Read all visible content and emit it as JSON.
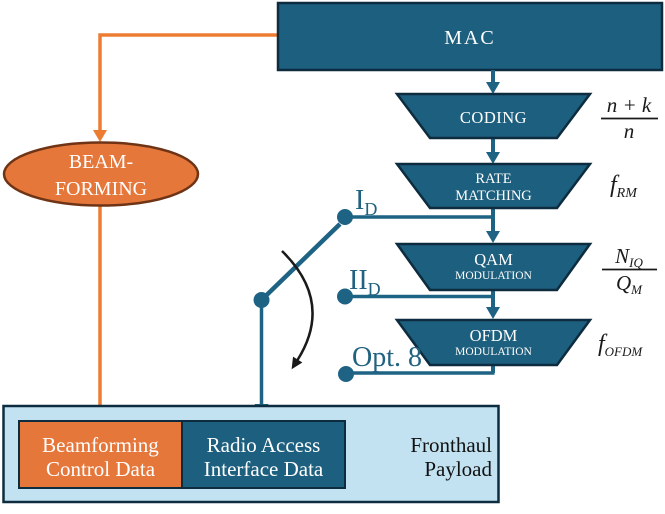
{
  "colors": {
    "teal_fill": "#1d5f7e",
    "teal_line": "#1f6384",
    "navy_border": "#0d2c3f",
    "light_blue": "#c2e2f2",
    "orange_fill": "#e5773b",
    "orange_line": "#ed7c33",
    "orange_border": "#6f3415",
    "tap_text": "#20627f",
    "black": "#1a1a1a"
  },
  "mac": {
    "label": "MAC"
  },
  "beamforming": {
    "line1": "BEAM-",
    "line2": "FORMING"
  },
  "coding": {
    "label": "CODING",
    "ratio_numerator": "n + k",
    "ratio_denominator": "n"
  },
  "rate_matching": {
    "line1": "RATE",
    "line2": "MATCHING",
    "fn_base": "f",
    "fn_sub": "RM"
  },
  "qam": {
    "line1": "QAM",
    "line2": "MODULATION",
    "ratio_num_base": "N",
    "ratio_num_sub": "IQ",
    "ratio_den_base": "Q",
    "ratio_den_sub": "M"
  },
  "ofdm": {
    "line1": "OFDM",
    "line2": "MODULATION",
    "fn_base": "f",
    "fn_sub": "OFDM"
  },
  "switch": {
    "tap1_base": "I",
    "tap1_sub": "D",
    "tap2_base": "II",
    "tap2_sub": "D",
    "tap3_label": "Opt. 8"
  },
  "payload": {
    "control_line1": "Beamforming",
    "control_line2": "Control Data",
    "radio_line1": "Radio Access",
    "radio_line2": "Interface Data",
    "title_line1": "Fronthaul",
    "title_line2": "Payload"
  }
}
